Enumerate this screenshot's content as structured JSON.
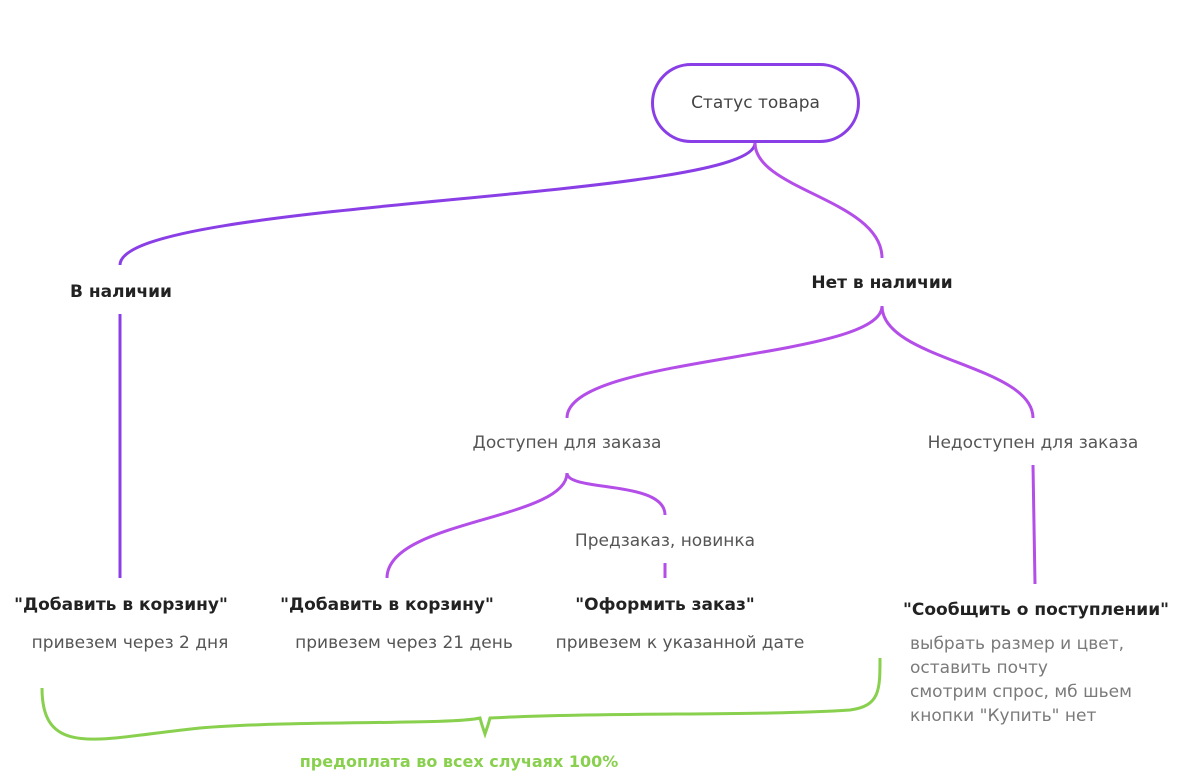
{
  "root": {
    "label": "Статус товара"
  },
  "branches": {
    "in_stock": {
      "label": "В наличии"
    },
    "out_of_stock": {
      "label": "Нет в наличии"
    },
    "orderable": {
      "label": "Доступен для заказа"
    },
    "not_orderable": {
      "label": "Недоступен для заказа"
    },
    "preorder": {
      "label": "Предзаказ, новинка"
    }
  },
  "outcomes": [
    {
      "action": "\"Добавить в корзину\"",
      "detail": "привезем через 2 дня"
    },
    {
      "action": "\"Добавить в корзину\"",
      "detail": "привезем через 21 день"
    },
    {
      "action": "\"Оформить заказ\"",
      "detail": "привезем к указанной дате"
    },
    {
      "action": "\"Сообщить о поступлении\"",
      "notes": [
        "выбрать размер и цвет,",
        "оставить почту",
        "смотрим спрос, мб шьем",
        "кнопки \"Купить\" нет"
      ]
    }
  ],
  "brace": {
    "label": "предоплата во всех случаях 100%"
  },
  "colors": {
    "root_border": "#8A3FE6",
    "connector_violet": "#8A3FE6",
    "connector_purple": "#B44EE8",
    "brace_green": "#88D04E"
  }
}
